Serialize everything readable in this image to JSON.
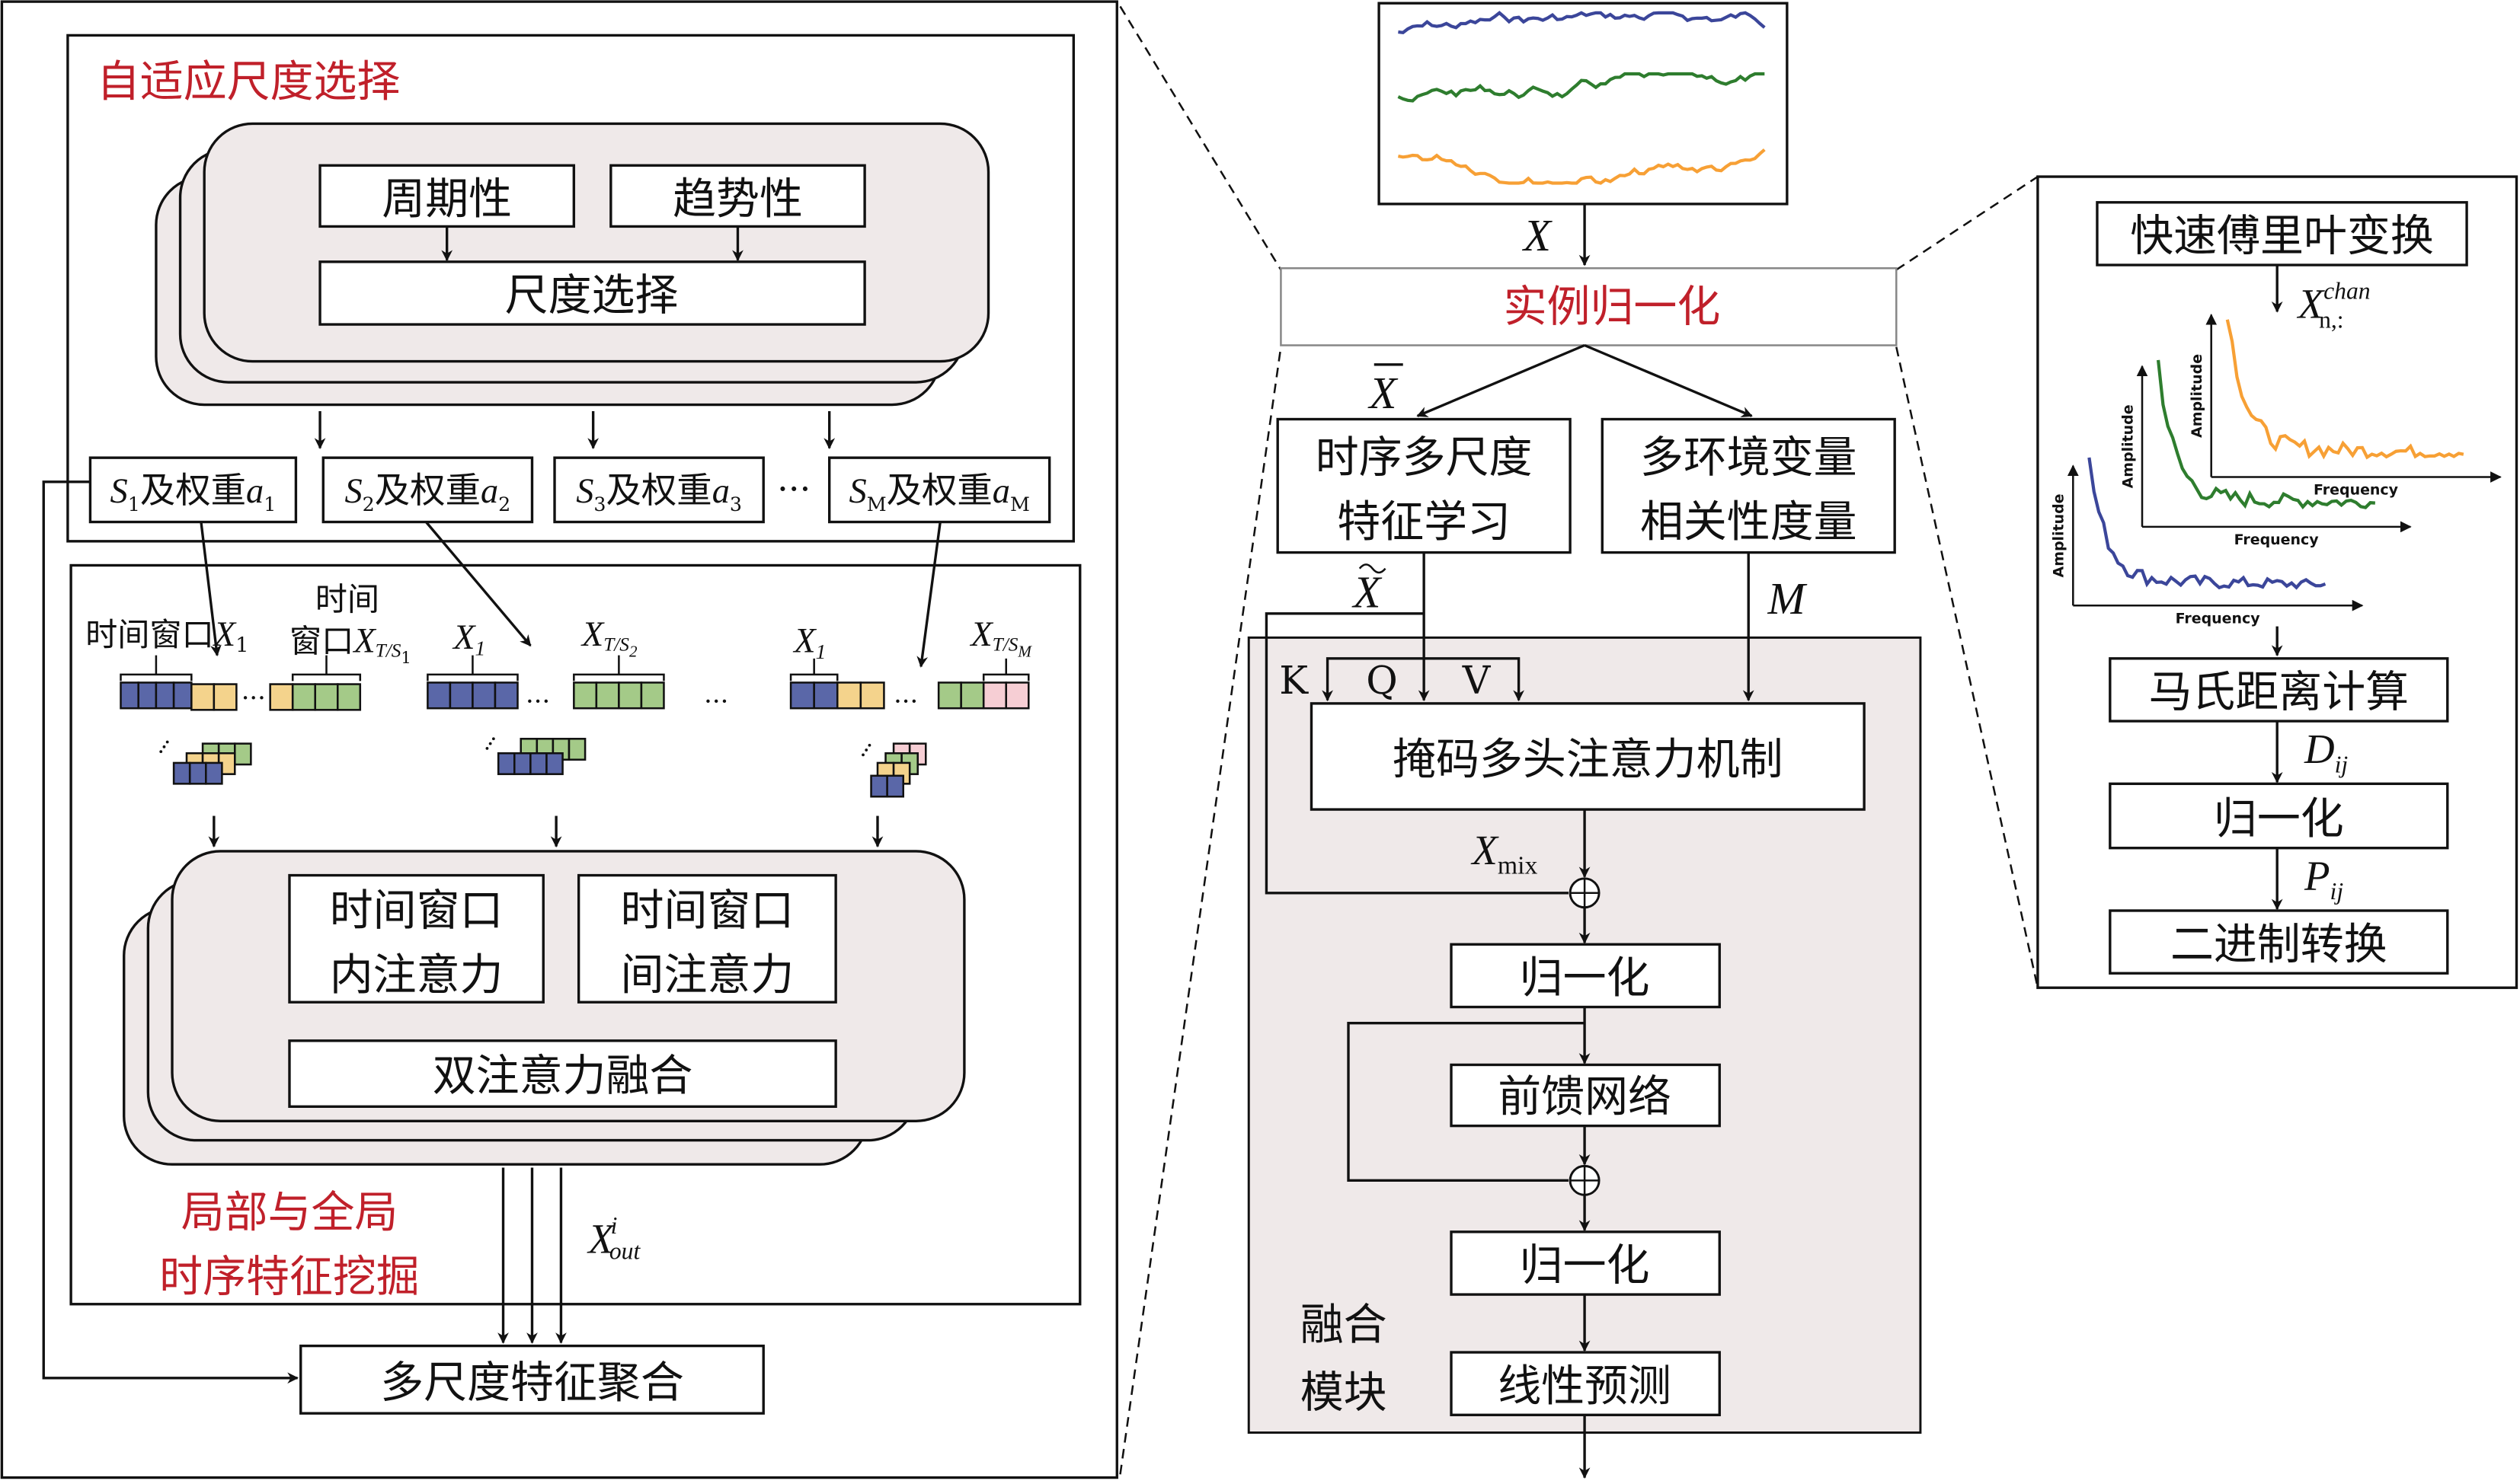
{
  "colors": {
    "blue": "#5a67a8",
    "yellow": "#f4d38c",
    "green": "#a4ca88",
    "pink": "#f6ced4",
    "accent_red": "#c0202a",
    "panel_fill": "#efe9e9",
    "series_blue": "#3b469a",
    "series_green": "#2e7d2e",
    "series_orange": "#f7a035"
  },
  "left": {
    "scale_title": "自适应尺度选择",
    "periodicity": "周期性",
    "trend": "趋势性",
    "scale_select": "尺度选择",
    "s_boxes": [
      {
        "s": "S",
        "si": "1",
        "mid": "及权重",
        "a": "a",
        "ai": "1"
      },
      {
        "s": "S",
        "si": "2",
        "mid": "及权重",
        "a": "a",
        "ai": "2"
      },
      {
        "s": "S",
        "si": "3",
        "mid": "及权重",
        "a": "a",
        "ai": "3"
      },
      {
        "s": "S",
        "si": "M",
        "mid": "及权重",
        "a": "a",
        "ai": "M"
      }
    ],
    "ellipsis": "···",
    "win_label1": "时间窗口",
    "x": "X",
    "one": "1",
    "win_label2a": "时间",
    "win_label2b": "窗口",
    "ts1": "T/S",
    "ts_sub1": "1",
    "ts_sub2": "2",
    "ts_subM": "M",
    "intra": [
      "时间窗口",
      "内注意力"
    ],
    "inter": [
      "时间窗口",
      "间注意力"
    ],
    "fusion": "双注意力融合",
    "mining_title": [
      "局部与全局",
      "时序特征挖掘"
    ],
    "xout_sup": "i",
    "xout_sub": "out",
    "aggregate": "多尺度特征聚合"
  },
  "middle": {
    "x_label": "X",
    "instance_norm": "实例归一化",
    "xbar": "X",
    "multiscale": [
      "时序多尺度",
      "特征学习"
    ],
    "correlation": [
      "多环境变量",
      "相关性度量"
    ],
    "xtilde": "X",
    "m_label": "M",
    "k": "K",
    "q": "Q",
    "v": "V",
    "masked_attention": "掩码多头注意力机制",
    "xmix_sub": "mix",
    "norm1": "归一化",
    "ffn": "前馈网络",
    "norm2": "归一化",
    "linear": "线性预测",
    "fusion_module": [
      "融合",
      "模块"
    ]
  },
  "right": {
    "fft": "快速傅里叶变换",
    "xchan_sup": "chan",
    "xchan_sub": "n,:",
    "amplitude": "Amplitude",
    "frequency": "Frequency",
    "mahalanobis": "马氏距离计算",
    "d": "D",
    "ij": "ij",
    "normalize": "归一化",
    "p": "P",
    "binary": "二进制转换"
  }
}
